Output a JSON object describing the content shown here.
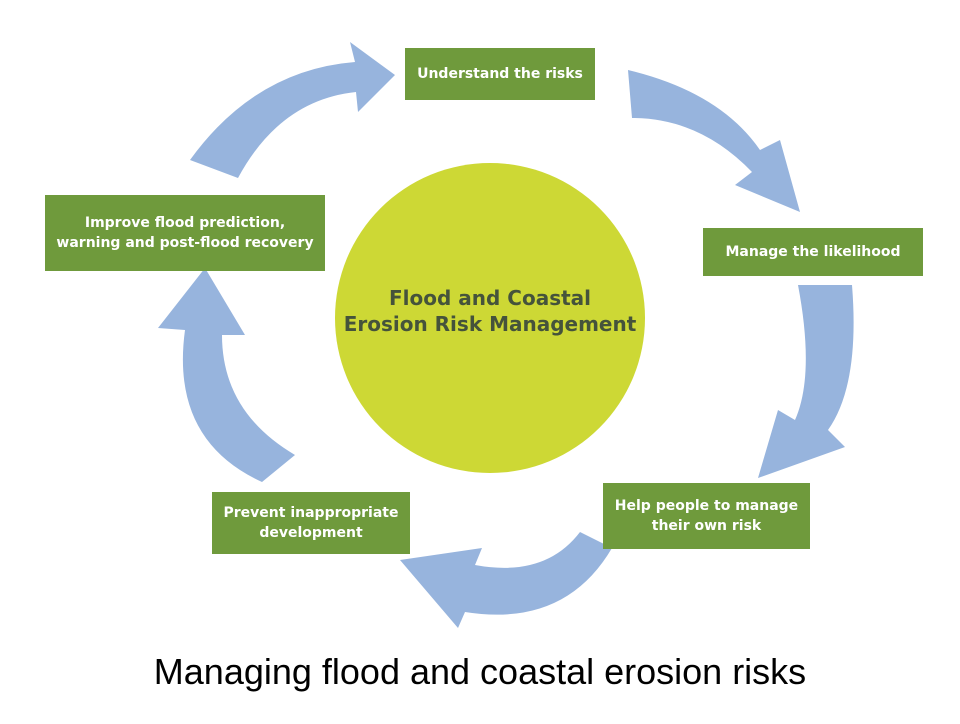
{
  "diagram": {
    "center_label_line1": "Flood and Coastal",
    "center_label_line2": "Erosion Risk Management",
    "steps": [
      {
        "label": "Understand the risks"
      },
      {
        "label": "Manage the likelihood"
      },
      {
        "label": "Help people to manage their own risk"
      },
      {
        "label": "Prevent inappropriate development"
      },
      {
        "label": "Improve flood prediction, warning and post-flood recovery"
      }
    ]
  },
  "caption": "Managing flood and coastal erosion risks",
  "colors": {
    "box_fill": "#6f9a3c",
    "box_text": "#ffffff",
    "arrow_fill": "#97b4dd",
    "center_fill": "#cdd835",
    "center_text": "#45533b"
  }
}
